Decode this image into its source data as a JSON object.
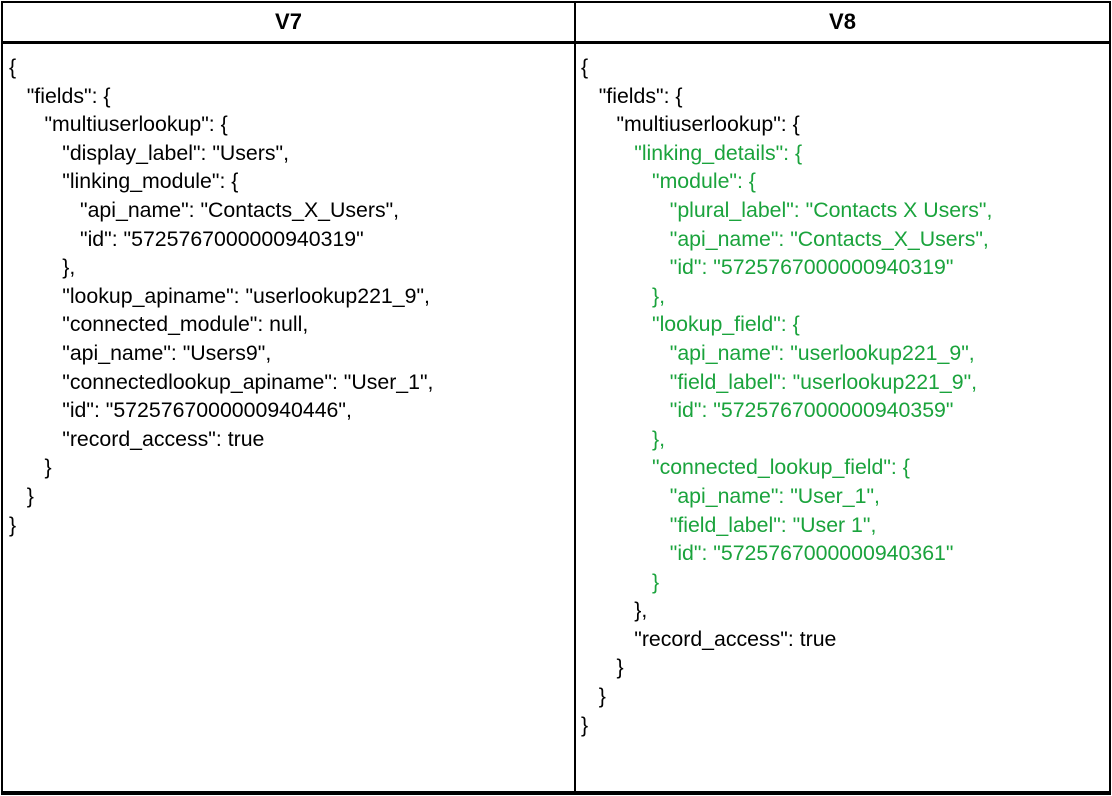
{
  "headers": {
    "v7": "V7",
    "v8": "V8"
  },
  "colors": {
    "highlight": "#1aa33c",
    "text": "#000000",
    "border": "#000000"
  },
  "v7_lines": [
    "{",
    "   \"fields\": {",
    "      \"multiuserlookup\": {",
    "         \"display_label\": \"Users\",",
    "         \"linking_module\": {",
    "            \"api_name\": \"Contacts_X_Users\",",
    "            \"id\": \"5725767000000940319\"",
    "         },",
    "         \"lookup_apiname\": \"userlookup221_9\",",
    "         \"connected_module\": null,",
    "         \"api_name\": \"Users9\",",
    "         \"connectedlookup_apiname\": \"User_1\",",
    "         \"id\": \"5725767000000940446\",",
    "         \"record_access\": true",
    "      }",
    "   }",
    "}"
  ],
  "v8_lines": [
    {
      "text": "{",
      "highlight": false
    },
    {
      "text": "   \"fields\": {",
      "highlight": false
    },
    {
      "text": "      \"multiuserlookup\": {",
      "highlight": false
    },
    {
      "text": "         \"linking_details\": {",
      "highlight": true
    },
    {
      "text": "            \"module\": {",
      "highlight": true
    },
    {
      "text": "               \"plural_label\": \"Contacts X Users\",",
      "highlight": true
    },
    {
      "text": "               \"api_name\": \"Contacts_X_Users\",",
      "highlight": true
    },
    {
      "text": "               \"id\": \"5725767000000940319\"",
      "highlight": true
    },
    {
      "text": "            },",
      "highlight": true
    },
    {
      "text": "            \"lookup_field\": {",
      "highlight": true
    },
    {
      "text": "               \"api_name\": \"userlookup221_9\",",
      "highlight": true
    },
    {
      "text": "               \"field_label\": \"userlookup221_9\",",
      "highlight": true
    },
    {
      "text": "               \"id\": \"5725767000000940359\"",
      "highlight": true
    },
    {
      "text": "            },",
      "highlight": true
    },
    {
      "text": "            \"connected_lookup_field\": {",
      "highlight": true
    },
    {
      "text": "               \"api_name\": \"User_1\",",
      "highlight": true
    },
    {
      "text": "               \"field_label\": \"User 1\",",
      "highlight": true
    },
    {
      "text": "               \"id\": \"5725767000000940361\"",
      "highlight": true
    },
    {
      "text": "            }",
      "highlight": true
    },
    {
      "text": "         },",
      "highlight": false
    },
    {
      "text": "         \"record_access\": true",
      "highlight": false
    },
    {
      "text": "      }",
      "highlight": false
    },
    {
      "text": "   }",
      "highlight": false
    },
    {
      "text": "}",
      "highlight": false
    }
  ]
}
